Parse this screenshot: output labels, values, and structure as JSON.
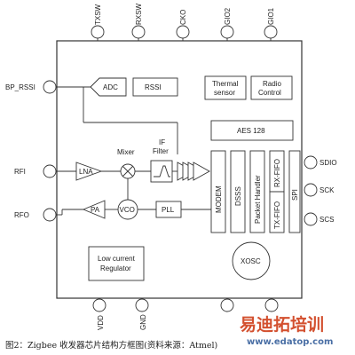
{
  "pins": {
    "top": [
      "TXSW",
      "RXSW",
      "CKO",
      "GIO2",
      "GIO1"
    ],
    "left": [
      "BP_RSSI",
      "RFI",
      "RFO"
    ],
    "right": [
      "SDIO",
      "SCK",
      "SCS"
    ],
    "bottom": [
      "VDD",
      "GND"
    ]
  },
  "blocks": {
    "adc": "ADC",
    "rssi": "RSSI",
    "thermal_line1": "Thermal",
    "thermal_line2": "sensor",
    "radio_line1": "Radio",
    "radio_line2": "Control",
    "aes": "AES 128",
    "mixer": "Mixer",
    "if_line1": "IF",
    "if_line2": "Filter",
    "lna": "LNA",
    "pa": "PA",
    "vco": "VCO",
    "pll": "PLL",
    "modem": "MODEM",
    "dsss": "DSSS",
    "packet_handler": "Packet Handler",
    "rx_fifo": "RX-FIFO",
    "tx_fifo": "TX-FIFO",
    "spi": "SPI",
    "low_current_line1": "Low current",
    "low_current_line2": "Regulator",
    "xosc": "XOSC"
  },
  "caption": "图2：Zigbee 收发器芯片结构方框图(资料来源：Atmel)",
  "watermark": {
    "brand": "易迪拓培训",
    "url": "www.edatop.com"
  }
}
